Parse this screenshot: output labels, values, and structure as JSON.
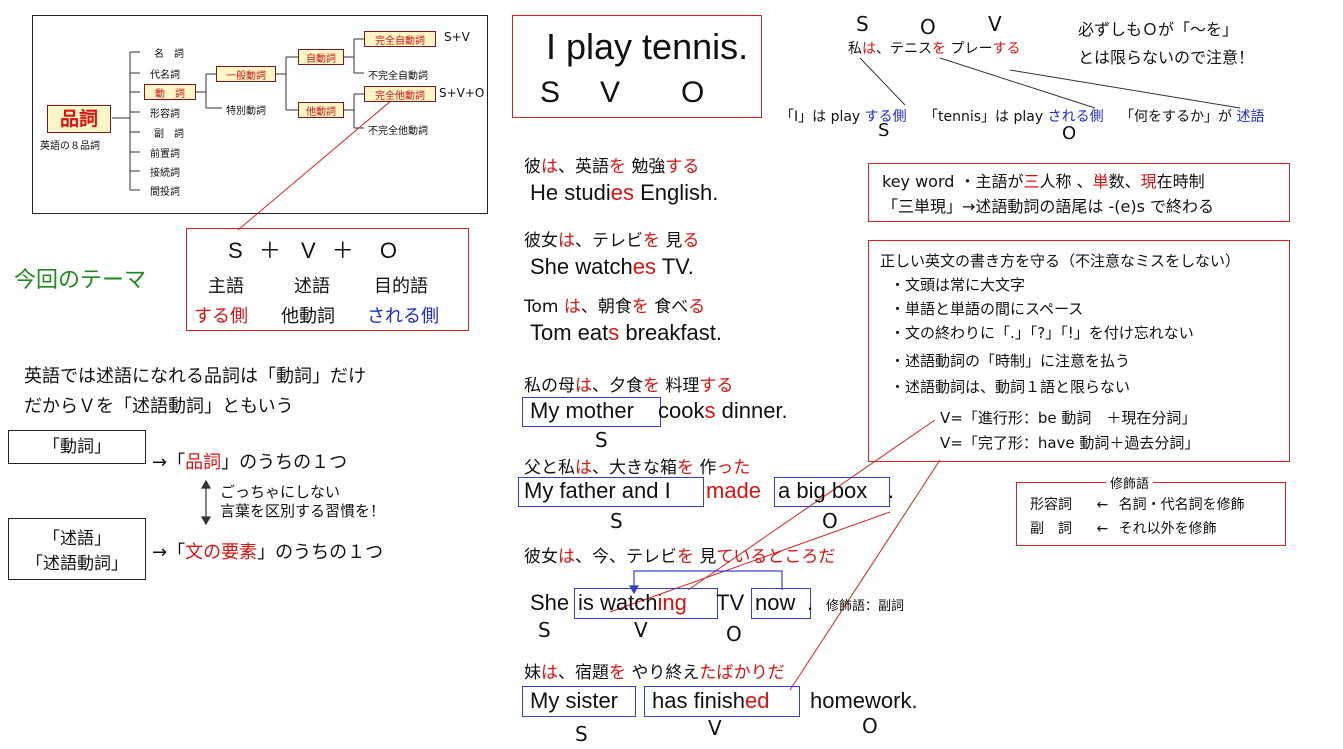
{
  "tree": {
    "root": "品詞",
    "root_sub": "英語の８品詞",
    "pos": [
      "名　詞",
      "代名詞",
      "動　詞",
      "形容詞",
      "副　詞",
      "前置詞",
      "接続詞",
      "間投詞"
    ],
    "general_verb": "一般動詞",
    "special_verb": "特別動詞",
    "intransitive": "自動詞",
    "transitive": "他動詞",
    "complete_intrans": "完全自動詞",
    "incomplete_intrans": "不完全自動詞",
    "complete_trans": "完全他動詞",
    "incomplete_trans": "不完全他動詞",
    "sv": "S+V",
    "svo": "S+V+O"
  },
  "theme": {
    "label": "今回のテーマ",
    "formula": [
      "S",
      "＋",
      "V",
      "＋",
      "O"
    ],
    "roles": [
      "主語",
      "述語",
      "目的語"
    ],
    "sides": [
      "する側",
      "他動詞",
      "される側"
    ]
  },
  "explain": {
    "line1": "英語では述語になれる品詞は「動詞」だけ",
    "line2": "だからＶを「述語動詞」ともいう",
    "verb_box": "「動詞」",
    "verb_arrow": "→「",
    "verb_red": "品詞",
    "verb_rest": "」のうちの１つ",
    "mix1": "ごっちゃにしない",
    "mix2": "言葉を区別する習慣を！",
    "pred_box1": "「述語」",
    "pred_box2": "「述語動詞」",
    "pred_arrow": "→「",
    "pred_red": "文の要素",
    "pred_rest": "」のうちの１つ"
  },
  "main_example": {
    "sentence": "I play tennis.",
    "labels": [
      "S",
      "V",
      "O"
    ]
  },
  "top_right": {
    "svo": [
      "S",
      "O",
      "V"
    ],
    "jp": [
      {
        "t": "私",
        "c": ""
      },
      {
        "t": "は",
        "c": "r"
      },
      {
        "t": "、テニス",
        "c": ""
      },
      {
        "t": "を",
        "c": "r"
      },
      {
        "t": " プレー",
        "c": ""
      },
      {
        "t": "する",
        "c": "r"
      }
    ],
    "note1": "必ずしもＯが「〜を」",
    "note2": "とは限らないので注意！",
    "i_side_pre": "「I」は play ",
    "i_side_b": "する側",
    "tennis_pre": "「tennis」は play ",
    "tennis_b": "される側",
    "what_pre": "「何をするか」が ",
    "what_b": "述語",
    "s_label": "S",
    "o_label": "O"
  },
  "keyword": {
    "line1": [
      {
        "t": "key word ・主語が",
        "c": ""
      },
      {
        "t": "三",
        "c": "r"
      },
      {
        "t": "人称 、",
        "c": ""
      },
      {
        "t": "単",
        "c": "r"
      },
      {
        "t": "数、",
        "c": ""
      },
      {
        "t": "現",
        "c": "r"
      },
      {
        "t": "在時制",
        "c": ""
      }
    ],
    "line2": "「三単現」→述語動詞の語尾は -(e)s で終わる"
  },
  "rules": {
    "title": "正しい英文の書き方を守る（不注意なミスをしない）",
    "items": [
      "・文頭は常に大文字",
      "・単語と単語の間にスペース",
      "・文の終わりに「.」「?」「!」を付け忘れない",
      "・述語動詞の「時制」に注意を払う",
      "・述語動詞は、動詞１語と限らない"
    ],
    "v1": "V=「進行形：be 動詞　＋現在分詞」",
    "v2": "V=「完了形：have 動詞＋過去分詞」"
  },
  "modifier": {
    "title": "修飾語",
    "rows": [
      [
        "形容詞",
        "←",
        "名詞・代名詞を修飾"
      ],
      [
        "副　詞",
        "←",
        "それ以外を修飾"
      ]
    ]
  },
  "examples": [
    {
      "jp": [
        {
          "t": "彼",
          "c": ""
        },
        {
          "t": "は",
          "c": "r"
        },
        {
          "t": "、英語",
          "c": ""
        },
        {
          "t": "を",
          "c": "r"
        },
        {
          "t": " 勉強",
          "c": ""
        },
        {
          "t": "する",
          "c": "r"
        }
      ],
      "en": [
        {
          "t": "He studi",
          "c": ""
        },
        {
          "t": "es",
          "c": "r"
        },
        {
          "t": " English.",
          "c": ""
        }
      ]
    },
    {
      "jp": [
        {
          "t": "彼女",
          "c": ""
        },
        {
          "t": "は",
          "c": "r"
        },
        {
          "t": "、テレビ",
          "c": ""
        },
        {
          "t": "を",
          "c": "r"
        },
        {
          "t": " 見",
          "c": ""
        },
        {
          "t": "る",
          "c": "r"
        }
      ],
      "en": [
        {
          "t": "She watch",
          "c": ""
        },
        {
          "t": "es",
          "c": "r"
        },
        {
          "t": " TV.",
          "c": ""
        }
      ]
    },
    {
      "jp": [
        {
          "t": "Tom ",
          "c": ""
        },
        {
          "t": "は",
          "c": "r"
        },
        {
          "t": "、朝食",
          "c": ""
        },
        {
          "t": "を",
          "c": "r"
        },
        {
          "t": " 食べ",
          "c": ""
        },
        {
          "t": "る",
          "c": "r"
        }
      ],
      "en": [
        {
          "t": "Tom eat",
          "c": ""
        },
        {
          "t": "s",
          "c": "r"
        },
        {
          "t": " breakfast.",
          "c": ""
        }
      ]
    },
    {
      "jp": [
        {
          "t": "私の母",
          "c": ""
        },
        {
          "t": "は",
          "c": "r"
        },
        {
          "t": "、夕食",
          "c": ""
        },
        {
          "t": "を",
          "c": "r"
        },
        {
          "t": " 料理",
          "c": ""
        },
        {
          "t": "する",
          "c": "r"
        }
      ],
      "en_box": "My mother",
      "en_rest": [
        {
          "t": " cook",
          "c": ""
        },
        {
          "t": "s",
          "c": "r"
        },
        {
          "t": " dinner.",
          "c": ""
        }
      ],
      "s": "S"
    },
    {
      "jp": [
        {
          "t": "父と私",
          "c": ""
        },
        {
          "t": "は",
          "c": "r"
        },
        {
          "t": "、大きな箱",
          "c": ""
        },
        {
          "t": "を",
          "c": "r"
        },
        {
          "t": " 作",
          "c": ""
        },
        {
          "t": "った",
          "c": "r"
        }
      ],
      "subj": "My father and I",
      "verb": "made",
      "obj": "a big box",
      "end": ".",
      "s": "S",
      "o": "O"
    },
    {
      "jp": [
        {
          "t": "彼女",
          "c": ""
        },
        {
          "t": "は",
          "c": "r"
        },
        {
          "t": "、今、テレビ",
          "c": ""
        },
        {
          "t": "を",
          "c": "r"
        },
        {
          "t": " 見",
          "c": ""
        },
        {
          "t": "ているところだ",
          "c": "r"
        }
      ],
      "pre": "She",
      "v_pre": "is watch",
      "v_red": "ing",
      "mid": " TV ",
      "adv": "now",
      "end": ".",
      "note": "修飾語：副詞",
      "s": "S",
      "v": "V",
      "o": "O"
    },
    {
      "jp": [
        {
          "t": "妹",
          "c": ""
        },
        {
          "t": "は",
          "c": "r"
        },
        {
          "t": "、宿題",
          "c": ""
        },
        {
          "t": "を",
          "c": "r"
        },
        {
          "t": " やり終え",
          "c": ""
        },
        {
          "t": "たばかりだ",
          "c": "r"
        }
      ],
      "subj": "My sister",
      "v_pre": "has finish",
      "v_red": "ed",
      "obj": "homework.",
      "s": "S",
      "v": "V",
      "o": "O"
    }
  ]
}
